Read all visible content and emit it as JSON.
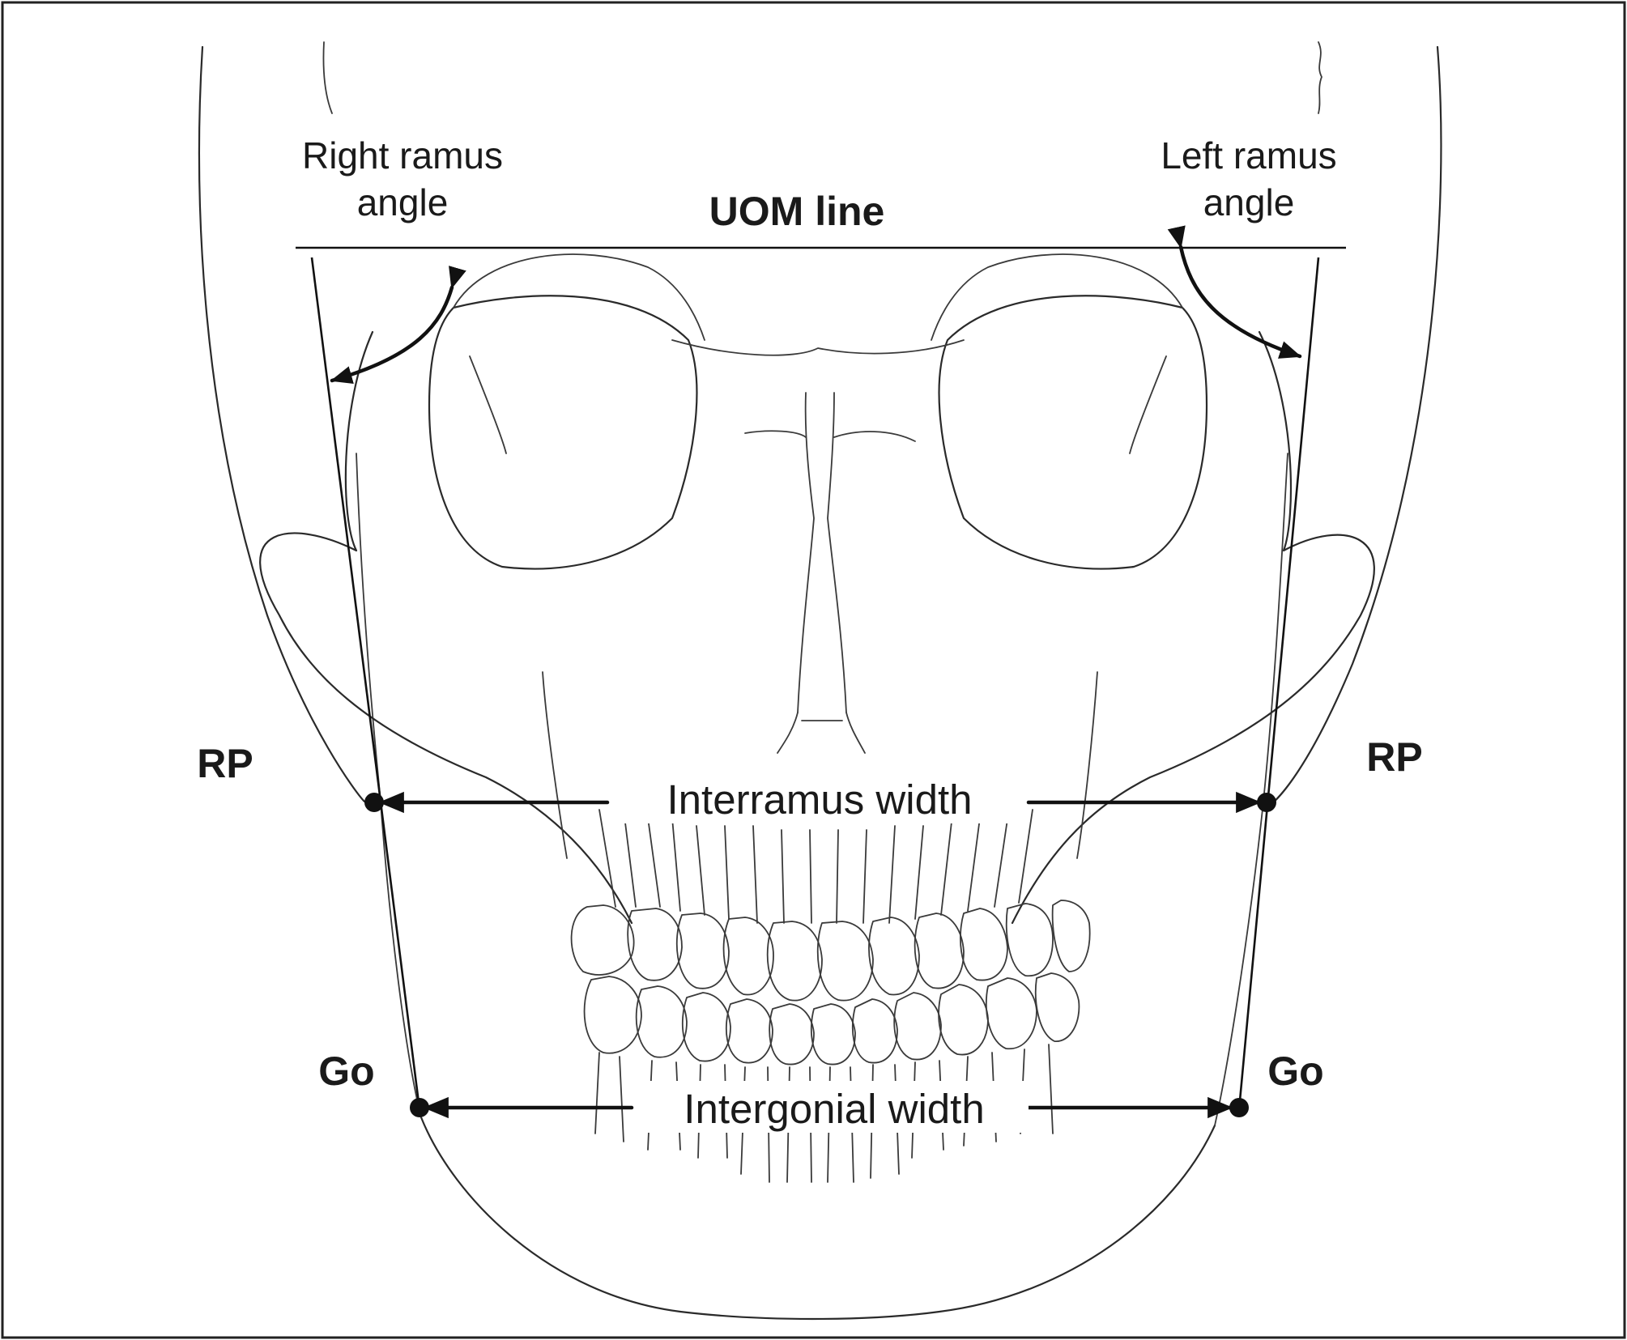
{
  "labels": {
    "right_ramus_angle_line1": "Right ramus",
    "right_ramus_angle_line2": "angle",
    "left_ramus_angle_line1": "Left ramus",
    "left_ramus_angle_line2": "angle",
    "uom_line": "UOM line",
    "rp_right": "RP",
    "rp_left": "RP",
    "go_right": "Go",
    "go_left": "Go",
    "interramus_width": "Interramus width",
    "intergonial_width": "Intergonial width"
  }
}
